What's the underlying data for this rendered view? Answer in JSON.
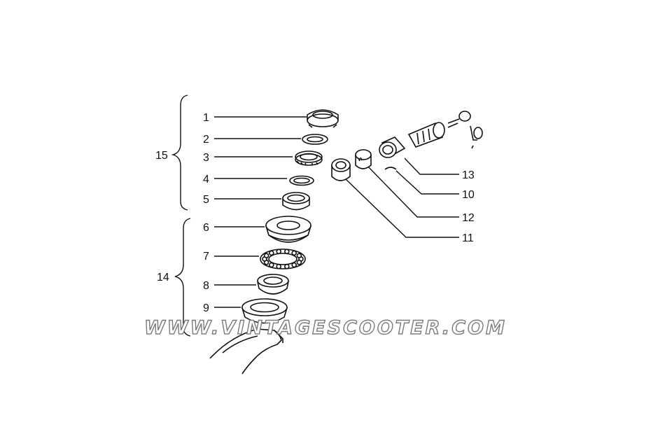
{
  "labels": {
    "n1": "1",
    "n2": "2",
    "n3": "3",
    "n4": "4",
    "n5": "5",
    "n6": "6",
    "n7": "7",
    "n8": "8",
    "n9": "9",
    "n10": "10",
    "n11": "11",
    "n12": "12",
    "n13": "13"
  },
  "groups": {
    "g15": "15",
    "g14": "14"
  },
  "watermark": "WWW.VINTAGESCOOTER.COM"
}
